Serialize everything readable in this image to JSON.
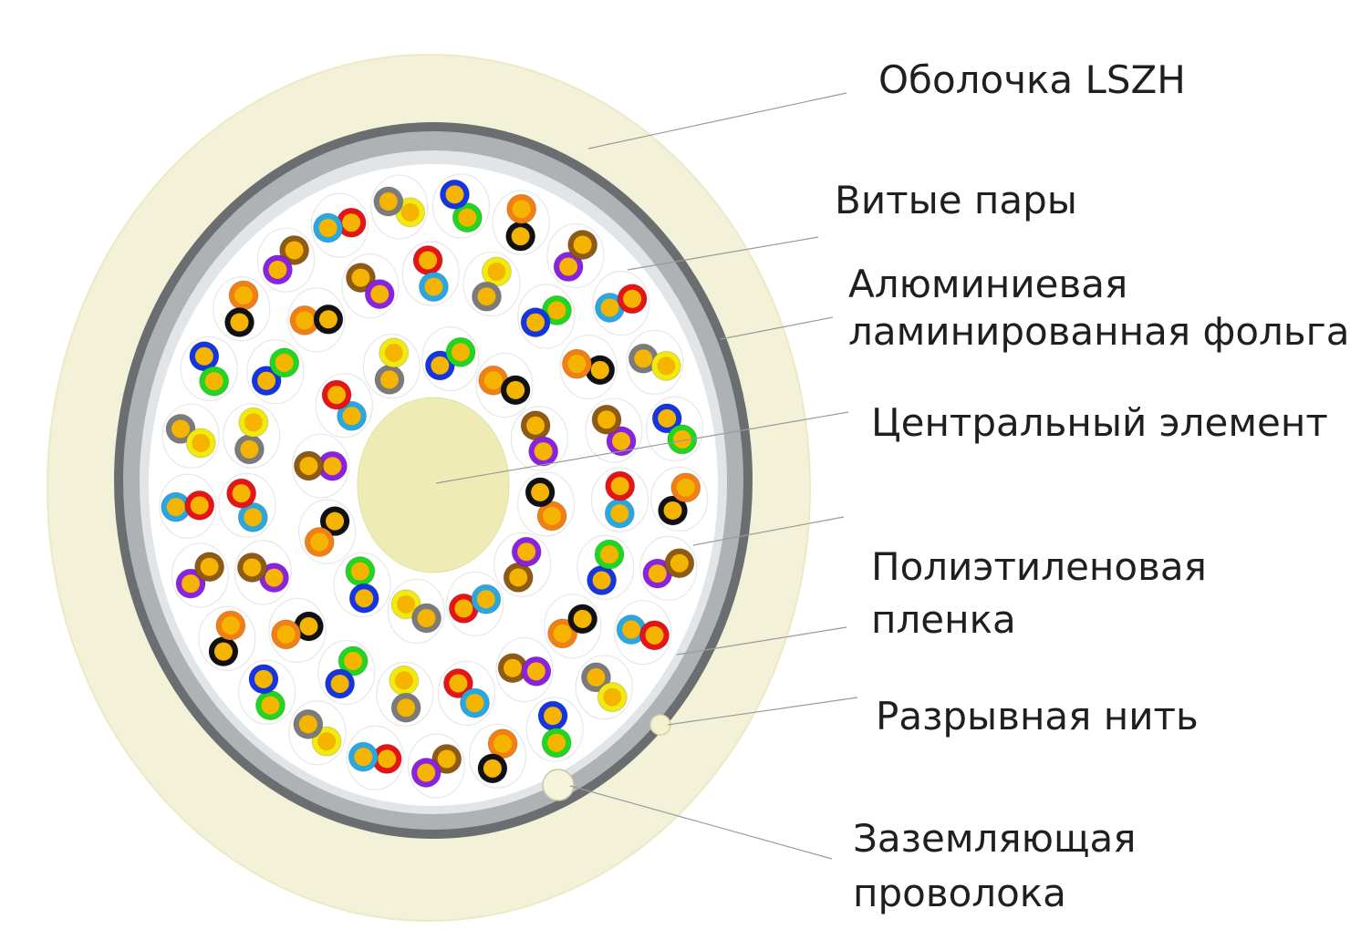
{
  "labels": {
    "sheath": "Оболочка LSZH",
    "twisted_pairs": "Витые пары",
    "foil_line1": "Алюминиевая",
    "foil_line2": "ламинированная фольга",
    "central": "Центральный элемент",
    "film_line1": "Полиэтиленовая",
    "film_line2": "пленка",
    "rip_cord": "Разрывная нить",
    "drain_line1": "Заземляющая",
    "drain_line2": "проволока"
  },
  "colors": {
    "sheath": "#f3f1d7",
    "sheath_edge": "#ece9c6",
    "foil": "#6b6e71",
    "foil_inner": "#aeb2b5",
    "film": "#e2e5e7",
    "core_fill": "#ffffff",
    "central_element": "#eeecb4",
    "copper": "#f5b400",
    "leader_line": "#9a9a9a"
  },
  "insulation_palette": [
    "#f07f16",
    "#2aa7e0",
    "#21d521",
    "#8e5a14",
    "#7b7b7b",
    "#111111",
    "#e51515",
    "#1435e0",
    "#8b22e0",
    "#f0ea10"
  ]
}
